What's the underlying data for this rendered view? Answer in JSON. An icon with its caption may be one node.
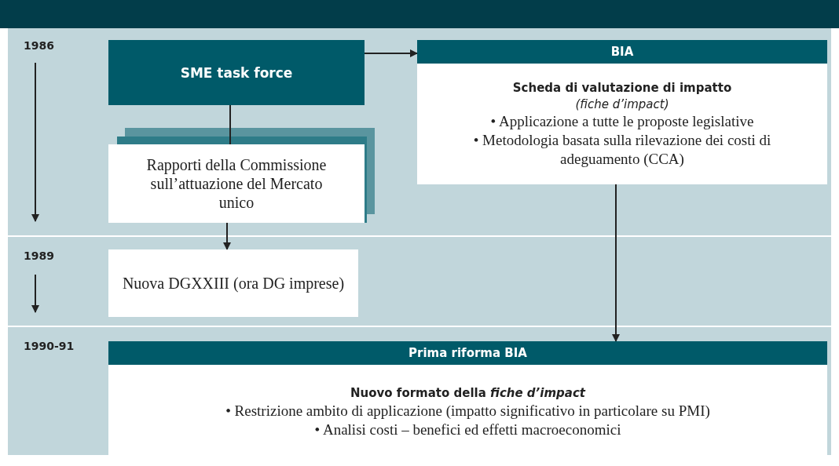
{
  "diagram": {
    "nodes": [
      {
        "text": [
          "SME task force"
        ]
      },
      {
        "text": [
          "BIA",
          "Scheda di valutazione di impatto",
          "(fiche d’impact)",
          "• Applicazione a tutte le proposte legislative",
          "• Metodologia basata sulla rilevazione dei costi di adeguamento (CCA)"
        ]
      },
      {
        "text": [
          "Rapporti della Commissione sull’attuazione del Mercato unico"
        ]
      },
      {
        "text": [
          "Nuova DGXXIII (ora DG imprese)"
        ]
      },
      {
        "text": [
          "Prima riforma BIA",
          "Nuovo formato della *fiche d’impact*",
          "• Restrizione ambito di applicazione (impatto significativo in particolare su PMI)",
          "• Analisi costi – benefici ed effetti macroeconomici"
        ]
      }
    ],
    "edges": [
      {
        "from": 0,
        "to": 1,
        "arrow": "to"
      },
      {
        "from": 0,
        "to": 2,
        "arrow": "none"
      },
      {
        "from": 2,
        "to": 3,
        "arrow": "to"
      },
      {
        "from": 1,
        "to": 4,
        "arrow": "to"
      }
    ],
    "labels": [
      "1986",
      "1989",
      "1990-91"
    ]
  }
}
